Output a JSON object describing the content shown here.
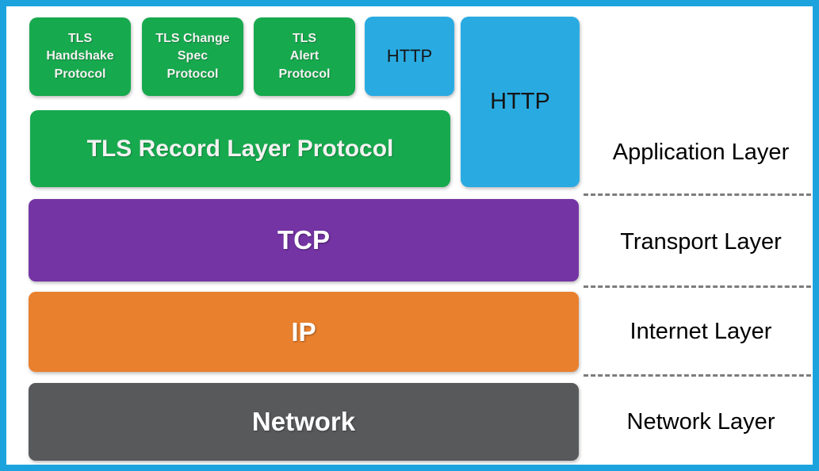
{
  "frame": {
    "border_color": "#1CA3DE",
    "background": "#FFFFFF"
  },
  "colors": {
    "tls_green": "#17A94E",
    "http_blue": "#29ABE2",
    "tcp_purple": "#7434A4",
    "ip_orange": "#E9802E",
    "network_gray": "#58595B",
    "divider_gray": "#7C7C7C",
    "light_text": "#FFFFFF",
    "dark_text": "#000000"
  },
  "stack": {
    "application": {
      "layer_label": "Application Layer",
      "sub_boxes": [
        {
          "label": "TLS\nHandshake\nProtocol",
          "color": "#17A94E"
        },
        {
          "label": "TLS Change\nSpec\nProtocol",
          "color": "#17A94E"
        },
        {
          "label": "TLS\nAlert\nProtocol",
          "color": "#17A94E"
        },
        {
          "label": "HTTP",
          "color": "#29ABE2"
        },
        {
          "label": "HTTP",
          "color": "#29ABE2"
        }
      ],
      "record_box": {
        "label": "TLS Record Layer Protocol",
        "color": "#17A94E"
      }
    },
    "transport": {
      "layer_label": "Transport Layer",
      "box": {
        "label": "TCP",
        "color": "#7434A4"
      }
    },
    "internet": {
      "layer_label": "Internet Layer",
      "box": {
        "label": "IP",
        "color": "#E9802E"
      }
    },
    "network": {
      "layer_label": "Network Layer",
      "box": {
        "label": "Network",
        "color": "#58595B"
      }
    }
  }
}
